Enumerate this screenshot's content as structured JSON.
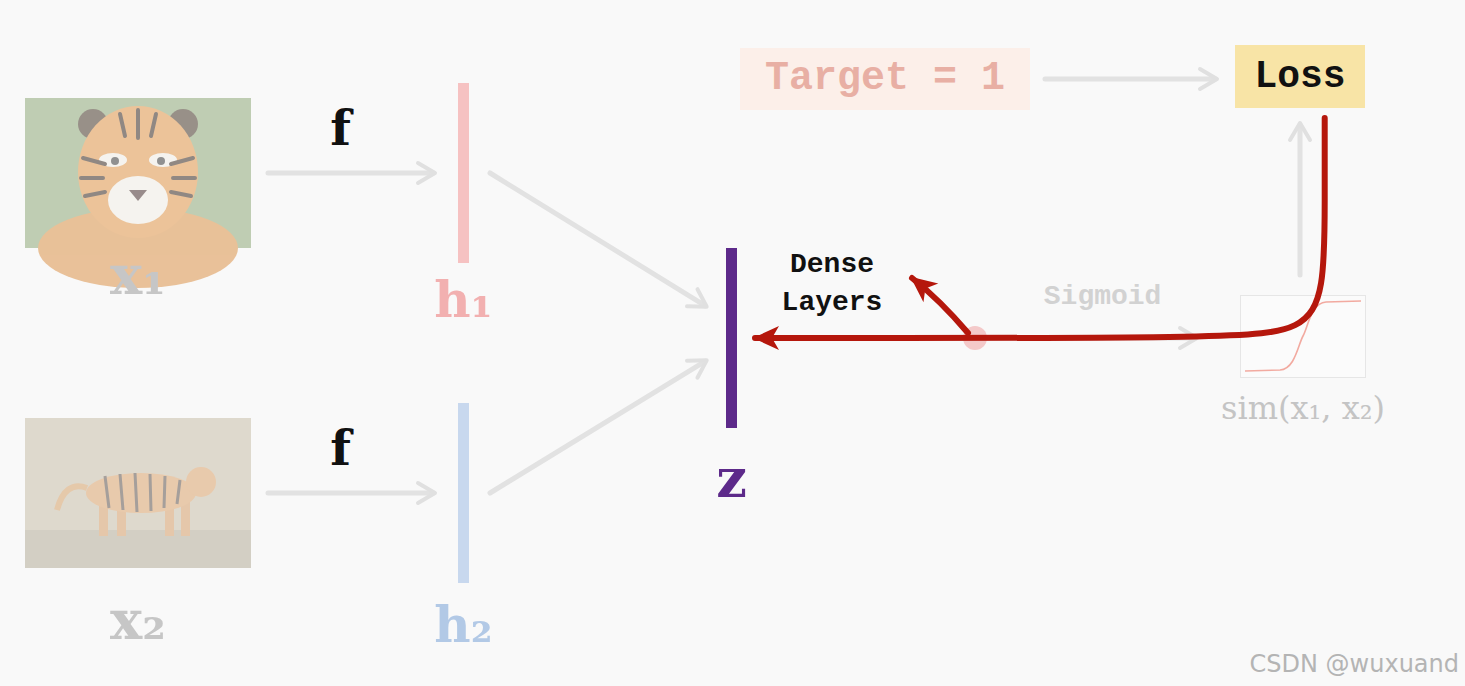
{
  "diagram": {
    "nodes": [
      {
        "text": [
          "Target = 1"
        ]
      },
      {
        "text": [
          "Loss"
        ]
      },
      {
        "text": [
          "x₁"
        ]
      },
      {
        "text": [
          "h₁"
        ]
      },
      {
        "text": [
          "z"
        ]
      },
      {
        "text": [
          "sim(x₁, x₂)"
        ]
      },
      {
        "text": [
          "x₂"
        ]
      },
      {
        "text": [
          "h₂"
        ]
      }
    ],
    "edges": [
      {
        "from": 2,
        "to": 3,
        "label": "f",
        "arrow": "to"
      },
      {
        "from": 6,
        "to": 7,
        "label": "f",
        "arrow": "to"
      },
      {
        "from": 3,
        "to": 4,
        "arrow": "to"
      },
      {
        "from": 7,
        "to": 4,
        "arrow": "to"
      },
      {
        "from": 4,
        "to": 5,
        "label": "Sigmoid",
        "arrow": "to"
      },
      {
        "from": 5,
        "to": 1,
        "arrow": "to"
      },
      {
        "from": 0,
        "to": 1,
        "arrow": "to"
      },
      {
        "from": 1,
        "to": 4,
        "arrow": "to"
      }
    ],
    "labels": [
      "Dense Layers",
      "CSDN @wuxuand"
    ]
  }
}
